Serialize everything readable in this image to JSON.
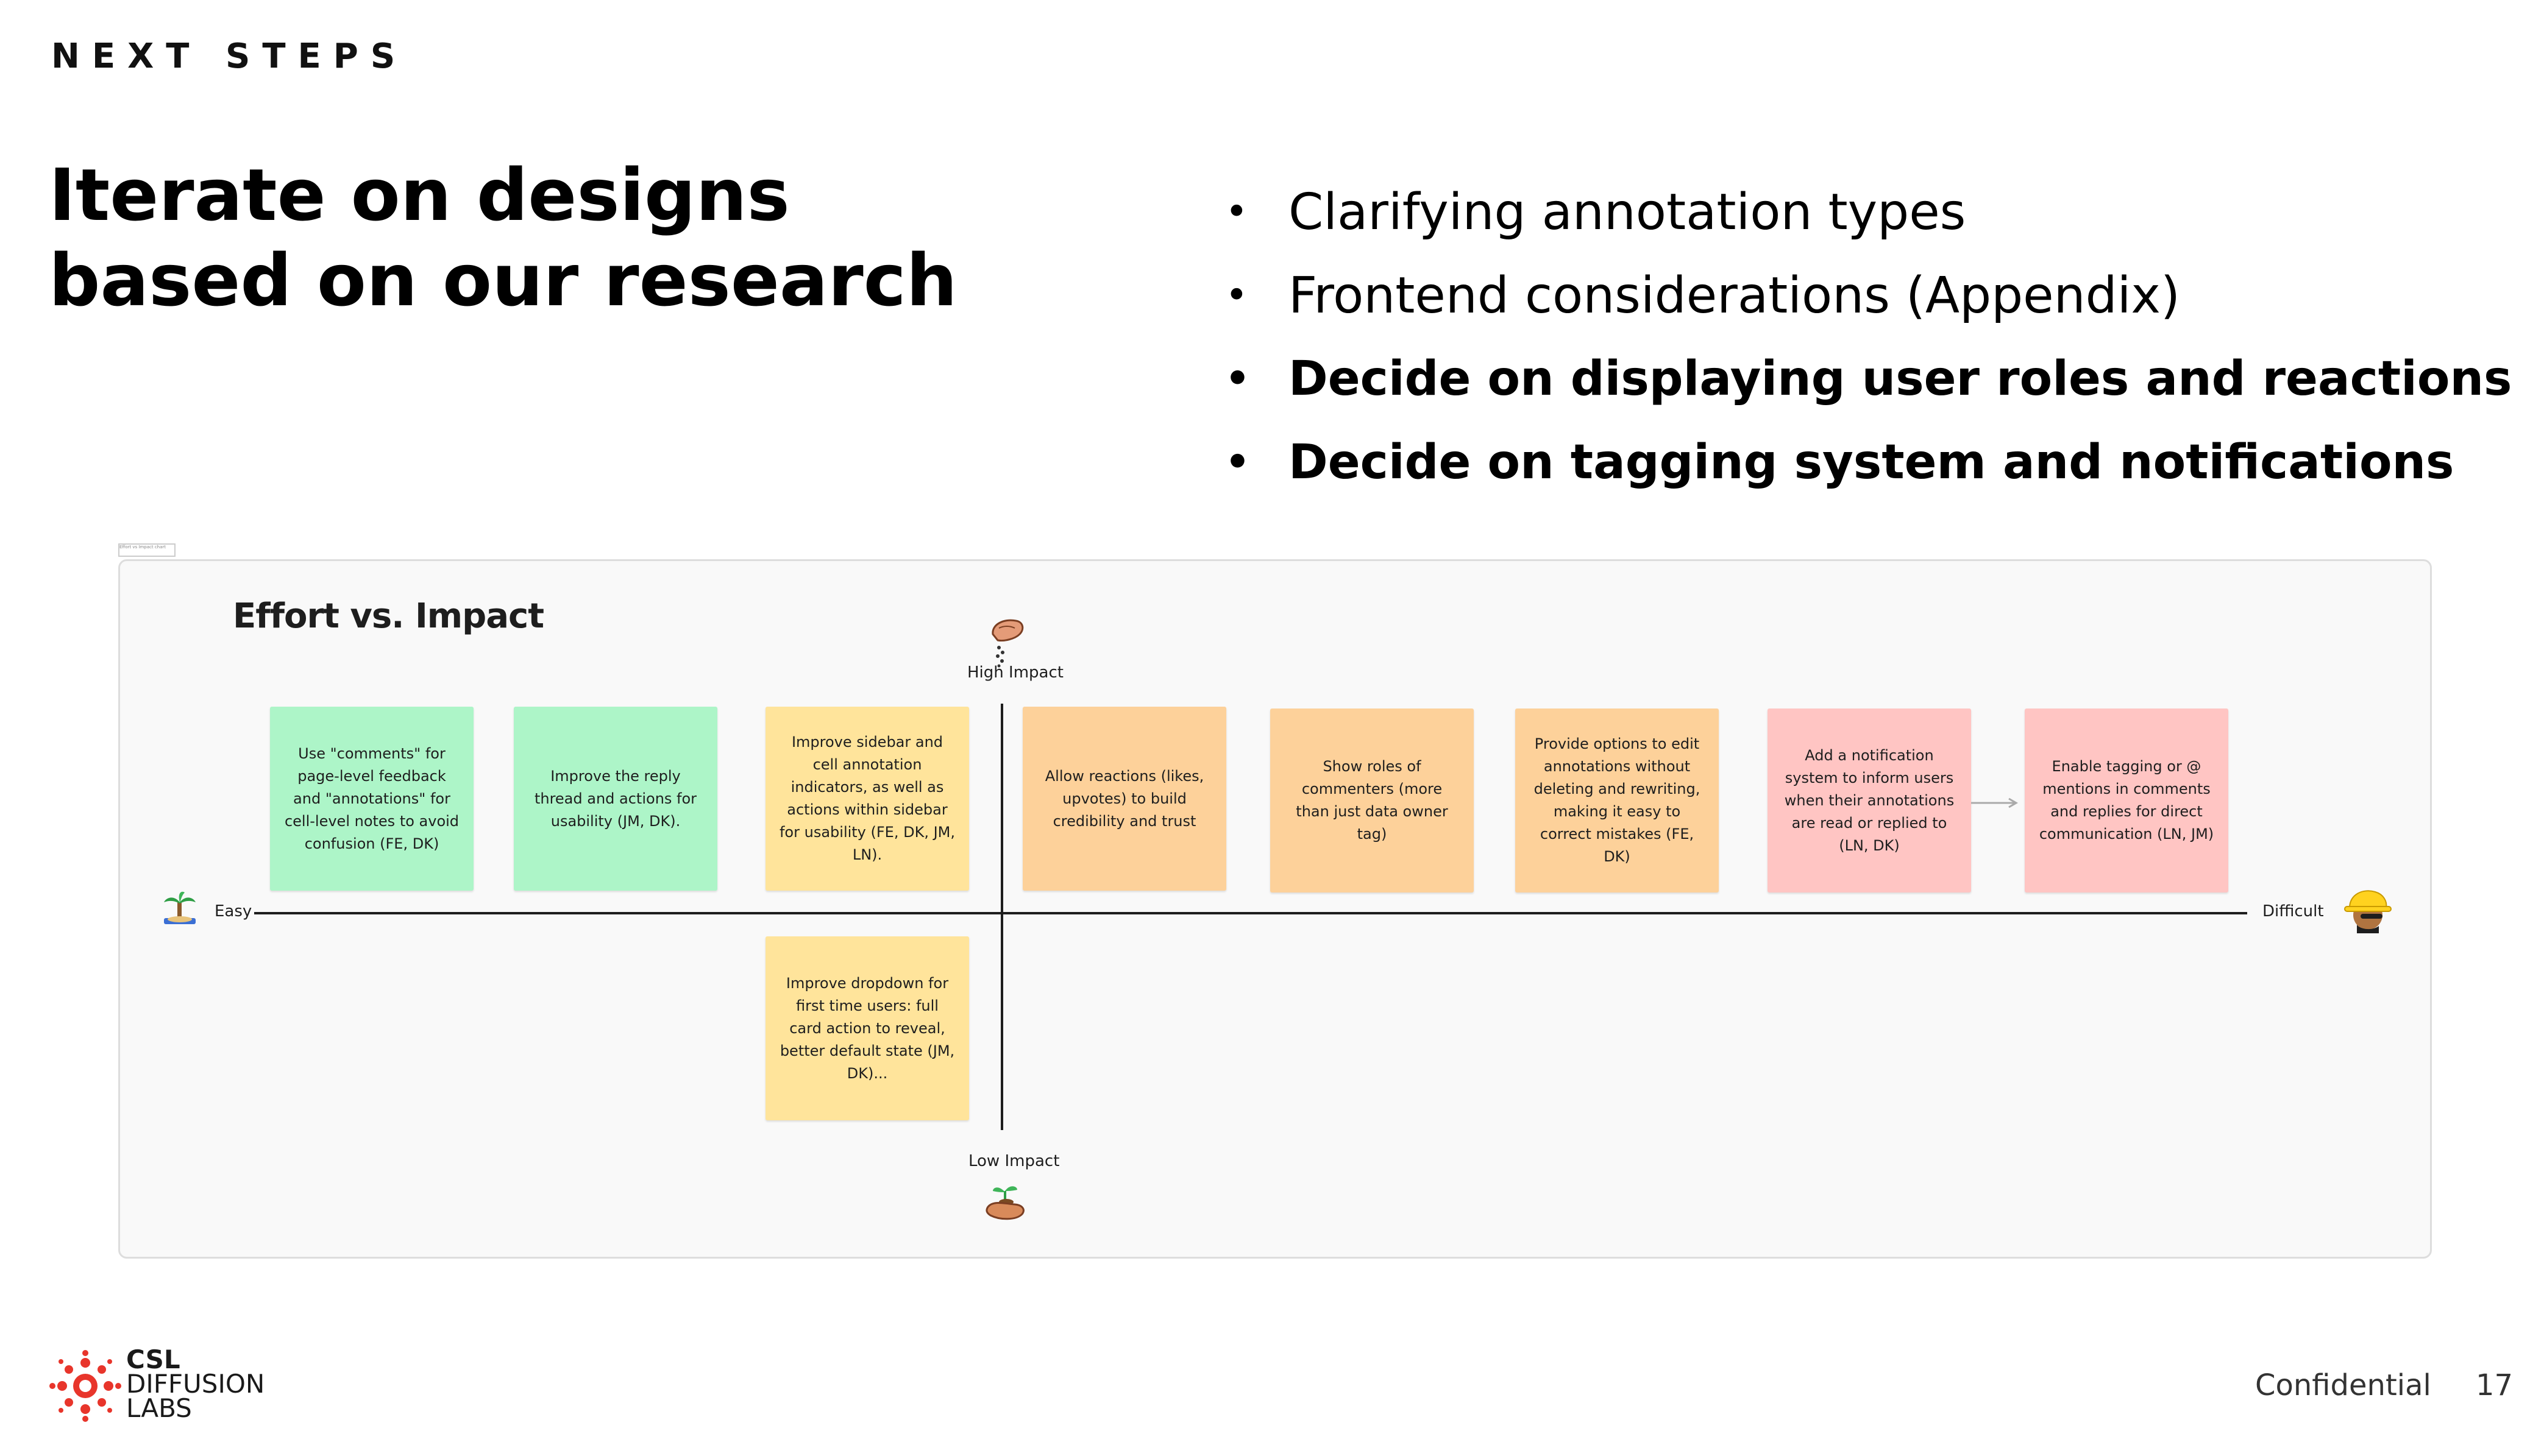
{
  "header": {
    "eyebrow": "NEXT STEPS"
  },
  "headline": {
    "line1": "Iterate on designs",
    "line2": "based on our research"
  },
  "bullets": [
    {
      "text": "Clarifying annotation types",
      "bold": false
    },
    {
      "text": "Frontend considerations (Appendix)",
      "bold": false
    },
    {
      "text": "Decide on displaying user roles and reactions",
      "bold": true
    },
    {
      "text": "Decide on tagging system and notifications",
      "bold": true
    }
  ],
  "board": {
    "tag": "Effort vs Impact chart",
    "title": "Effort vs. Impact",
    "axes": {
      "high": "High Impact",
      "low": "Low Impact",
      "easy": "Easy",
      "difficult": "Difficult"
    },
    "icons": {
      "high": "hand-sowing-seeds-icon",
      "low": "hand-with-seedling-icon",
      "easy": "desert-island-icon",
      "difficult": "construction-worker-icon"
    },
    "colors": {
      "green": "#adf5c8",
      "yellow": "#ffe49b",
      "orange": "#fdd19a",
      "red": "#ffc5c3"
    },
    "stickies": [
      {
        "color": "green",
        "text": "Use \"comments\" for page-level feedback and \"annotations\" for cell-level notes to avoid confusion (FE, DK)"
      },
      {
        "color": "green",
        "text": "Improve the reply thread and actions for usability (JM, DK)."
      },
      {
        "color": "yellow",
        "text": "Improve sidebar and cell annotation indicators, as well as actions within sidebar for usability (FE, DK, JM, LN)."
      },
      {
        "color": "orange",
        "text": "Allow reactions (likes, upvotes) to build credibility and trust"
      },
      {
        "color": "orange",
        "text": "Show roles of commenters (more than just data owner tag)"
      },
      {
        "color": "orange",
        "text": "Provide options to edit annotations without deleting and rewriting, making it easy to correct mistakes (FE, DK)"
      },
      {
        "color": "red",
        "text": "Add a notification system to inform users when their annotations are read or replied to (LN, DK)"
      },
      {
        "color": "red",
        "text": "Enable tagging or @ mentions in comments and replies for direct communication (LN, JM)"
      },
      {
        "color": "yellow",
        "text": "Improve dropdown for first time users: full card action to reveal, better default state (JM, DK)..."
      }
    ]
  },
  "footer": {
    "logo_lines": [
      "CSL",
      "DIFFUSION",
      "LABS"
    ],
    "logo_color": "#e8352b",
    "confidential": "Confidential",
    "page_number": "17"
  }
}
